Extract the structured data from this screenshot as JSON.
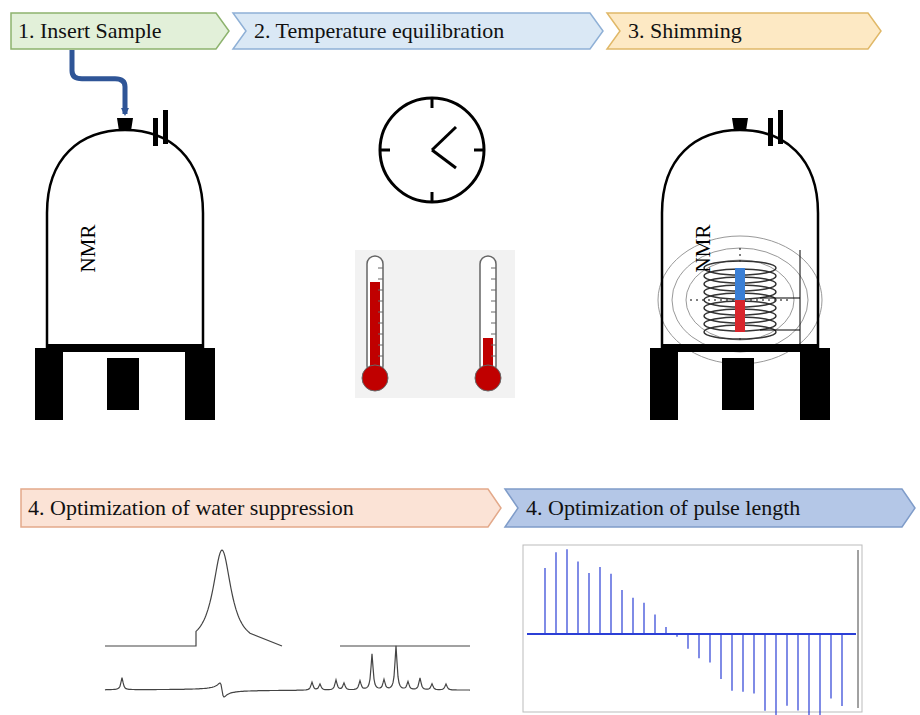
{
  "diagram": {
    "nodes": [
      {
        "text": [
          "1. Insert Sample"
        ]
      },
      {
        "text": [
          "2. Temperature  equilibration"
        ]
      },
      {
        "text": [
          "3. Shimming"
        ]
      },
      {
        "text": [
          "NMR"
        ]
      },
      {
        "text": [
          "NMR"
        ]
      },
      {
        "text": [
          "4. Optimization of water suppression"
        ]
      },
      {
        "text": [
          "4. Optimization of pulse length"
        ]
      }
    ],
    "edges": [
      {
        "from": 0,
        "to": 3,
        "arrow": "to"
      }
    ]
  }
}
